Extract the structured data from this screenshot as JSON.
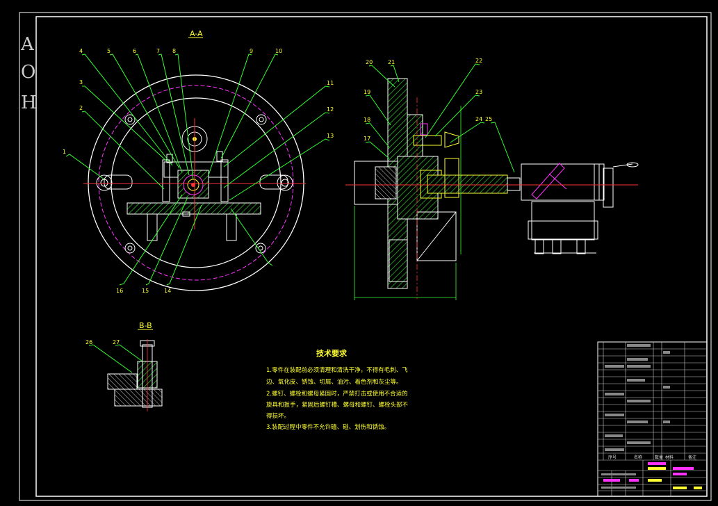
{
  "drawing": {
    "frame_code": [
      "A",
      "O",
      "H"
    ],
    "views": {
      "section_aa": "A-A",
      "section_bb": "B-B"
    },
    "balloons": {
      "section_aa": [
        "1",
        "4",
        "5",
        "6",
        "7",
        "8",
        "9",
        "10",
        "11",
        "12",
        "13",
        "14",
        "15",
        "16",
        "3",
        "2"
      ],
      "side_view": [
        "20",
        "21",
        "19",
        "18",
        "17",
        "22",
        "23",
        "24",
        "25"
      ],
      "section_bb": [
        "26",
        "27"
      ]
    },
    "technical_requirements": {
      "title": "技术要求",
      "lines": [
        "1.零件在装配前必须清理和清洗干净，不得有毛刺、飞",
        "边、氧化皮、锈蚀、切屑、油污、着色剂和灰尘等。",
        "2.螺钉、螺栓和螺母紧固时，严禁打击或使用不合适的",
        "旋具和扳手，紧固后螺钉槽、螺母和螺钉、螺栓头部不",
        "得损坏。",
        "3.装配过程中零件不允许磕、碰、划伤和锈蚀。"
      ]
    },
    "title_block": {
      "header": [
        "序号",
        "名称",
        "数量",
        "材料",
        "备注"
      ]
    }
  },
  "colors": {
    "background": "#000000",
    "outline": "#ffffff",
    "label": "#ffff33",
    "leader": "#33ff33",
    "centerline": "#ff3333",
    "phantom": "#ff33ff",
    "hatch": "#33ff33"
  }
}
